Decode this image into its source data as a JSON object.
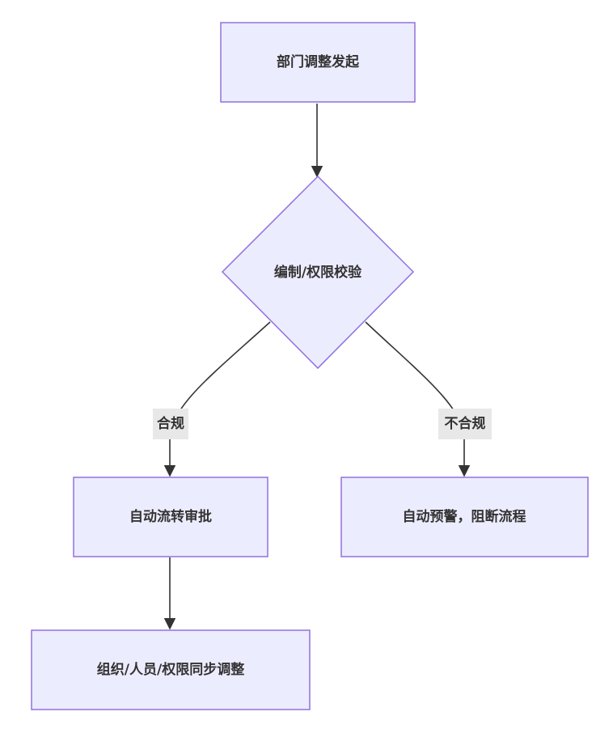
{
  "nodes": {
    "start": "部门调整发起",
    "check": "编制/权限校验",
    "approve": "自动流转审批",
    "warn": "自动预警，阻断流程",
    "sync": "组织/人员/权限同步调整"
  },
  "edges": {
    "compliant": "合规",
    "noncompliant": "不合规"
  },
  "colors": {
    "node_fill": "#ECECFF",
    "node_stroke": "#9370DB",
    "edge": "#333333",
    "label_bg": "#e8e8e8"
  }
}
